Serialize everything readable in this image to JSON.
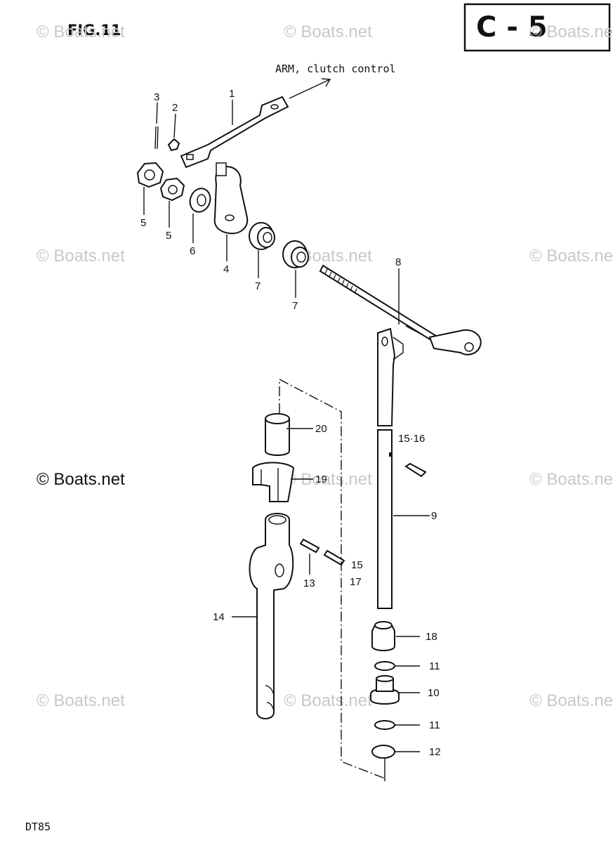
{
  "header": {
    "fig_label": "FIG.11",
    "page_code": "C - 5",
    "model": "DT85"
  },
  "watermarks": {
    "text": "© Boats.net",
    "prominent_text": "© Boats.net"
  },
  "annotation": {
    "arrow_text": "ARM, clutch control"
  },
  "callouts": {
    "p1": "1",
    "p2": "2",
    "p3": "3",
    "p4": "4",
    "p5a": "5",
    "p5b": "5",
    "p6": "6",
    "p7a": "7",
    "p7b": "7",
    "p8": "8",
    "p9": "9",
    "p10": "10",
    "p11a": "11",
    "p11b": "11",
    "p12": "12",
    "p13": "13",
    "p14": "14",
    "p15_16": "15·16",
    "p15": "15",
    "p17": "17",
    "p18": "18",
    "p19": "19",
    "p20": "20"
  }
}
